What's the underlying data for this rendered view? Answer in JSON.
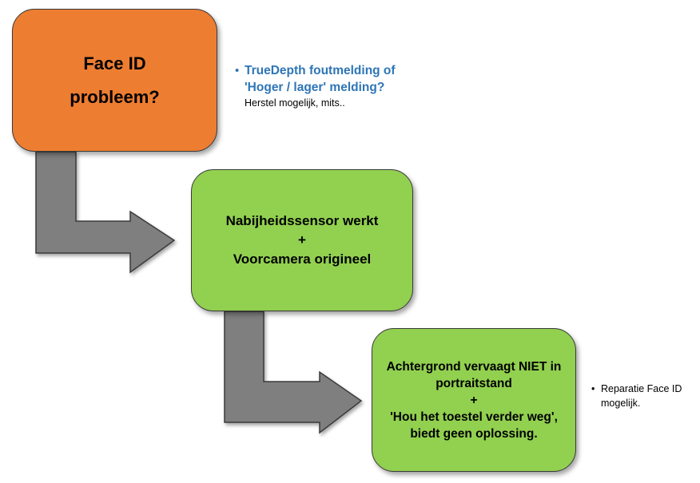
{
  "colors": {
    "orange": "#ED7D31",
    "green": "#92D050",
    "arrow": "#7F7F7F",
    "note_blue": "#2E75B6"
  },
  "steps": [
    {
      "lines": [
        "Face ID",
        "probleem?"
      ]
    },
    {
      "lines": [
        "Nabijheidssensor werkt",
        "+",
        "Voorcamera origineel"
      ]
    },
    {
      "lines": [
        "Achtergrond vervaagt NIET in",
        "portraitstand",
        "+",
        "'Hou het toestel verder weg',",
        "biedt geen oplossing."
      ]
    }
  ],
  "notes": {
    "first": {
      "bullet": "•",
      "lines": [
        "TrueDepth foutmelding of",
        "'Hoger / lager' melding?"
      ],
      "sub": "Herstel mogelijk, mits.."
    },
    "second": {
      "bullet": "•",
      "lines": [
        "Reparatie Face ID",
        "mogelijk."
      ]
    }
  }
}
